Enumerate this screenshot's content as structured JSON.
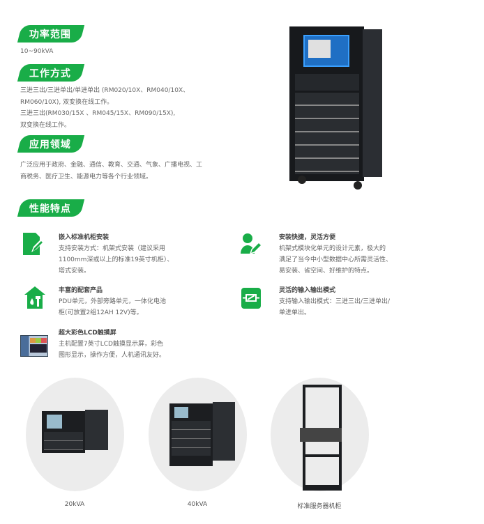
{
  "sections": {
    "power": {
      "title": "功率范围",
      "text": "10~90kVA"
    },
    "mode": {
      "title": "工作方式",
      "lines": [
        "三进三出/三进单出/单进单出 (RM020/10X、RM040/10X、",
        "RM060/10X), 双变换在线工作。",
        "三进三出(RM030/15X 、RM045/15X、RM090/15X),",
        "双变换在线工作。"
      ]
    },
    "app": {
      "title": "应用领域",
      "lines": [
        "广泛应用于政府、金融、通信、教育、交通、气象、广播电视、工",
        "商税务、医疗卫生、能源电力等各个行业领域。"
      ]
    },
    "features": {
      "title": "性能特点",
      "items": [
        {
          "icon": "document-pencil-icon",
          "title": "嵌入标准机柜安装",
          "lines": [
            "支持安装方式：机架式安装（建议采用",
            "1100mm深或以上的标准19英寸机柜）、",
            "塔式安装。"
          ]
        },
        {
          "icon": "user-pencil-icon",
          "title": "安装快捷，灵活方便",
          "lines": [
            "机架式模块化单元的设计元素，极大的",
            "满足了当今中小型数据中心所需灵活性、",
            "易安装、省空间、好维护的特点。"
          ]
        },
        {
          "icon": "house-tools-icon",
          "title": "丰富的配套产品",
          "lines": [
            "PDU单元，外部旁路单元，一体化电池",
            "柜(可放置2组12AH 12V)等。"
          ]
        },
        {
          "icon": "io-mode-icon",
          "title": "灵活的输入输出模式",
          "lines": [
            "支持输入输出模式：三进三出/三进单出/",
            "单进单出。"
          ]
        },
        {
          "icon": "lcd-screen-icon",
          "title": "超大彩色LCD触摸屏",
          "lines": [
            "主机配置7英寸LCD触摸显示屏，彩色",
            "图形显示，操作方便，人机通讯友好。"
          ]
        }
      ]
    }
  },
  "products": [
    {
      "label": "20kVA"
    },
    {
      "label": "40kVA"
    },
    {
      "label": "标准服务器机柜"
    }
  ],
  "colors": {
    "accent": "#19ad48"
  }
}
